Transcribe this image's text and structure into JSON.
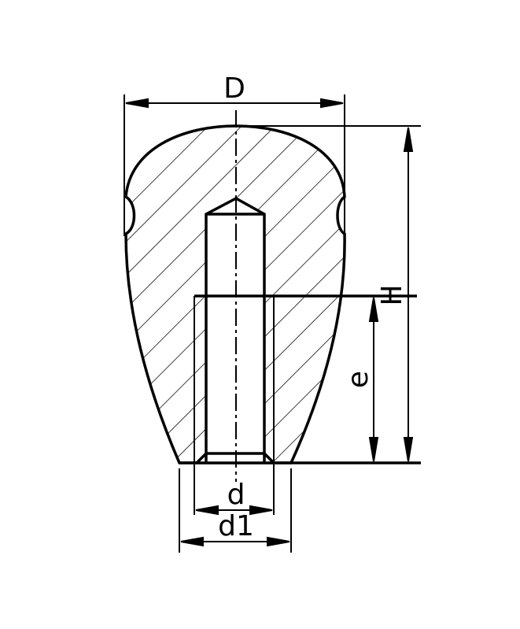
{
  "drawing": {
    "labels": {
      "D": "D",
      "H": "H",
      "e": "e",
      "d": "d",
      "d1": "d1"
    },
    "line_color": "#000000",
    "background": "#ffffff"
  }
}
